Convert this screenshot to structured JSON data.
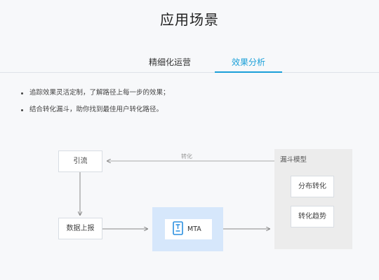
{
  "page": {
    "title": "应用场景"
  },
  "tabs": [
    {
      "label": "精细化运营",
      "active": false
    },
    {
      "label": "效果分析",
      "active": true
    }
  ],
  "bullets": [
    "追踪效果灵活定制，了解路径上每一步的效果；",
    "结合转化漏斗，助你找到最佳用户转化路径。"
  ],
  "diagram": {
    "node_yinliu": "引流",
    "node_report": "数据上报",
    "node_mta": "MTA",
    "funnel_title": "漏斗模型",
    "node_distribution": "分布转化",
    "node_trend": "转化趋势",
    "edge_label": "转化"
  },
  "colors": {
    "accent": "#1a9fd8",
    "mta_panel": "#d6e7fb",
    "funnel_panel": "#ececec",
    "mta_icon": "#2a8fe0"
  },
  "icons": {
    "mta": "mta-logo-icon"
  }
}
